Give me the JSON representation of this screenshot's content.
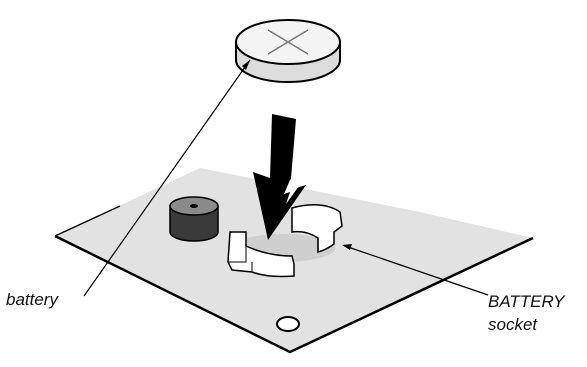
{
  "callouts": {
    "battery": "battery",
    "socket_line1": "BATTERY",
    "socket_line2": "socket"
  },
  "colors": {
    "board_fill": "#e2e2e2",
    "board_edge": "#000000",
    "battery_fill": "#f4f4f4",
    "arrow_fill": "#000000",
    "component_dark": "#3a3a3a"
  }
}
